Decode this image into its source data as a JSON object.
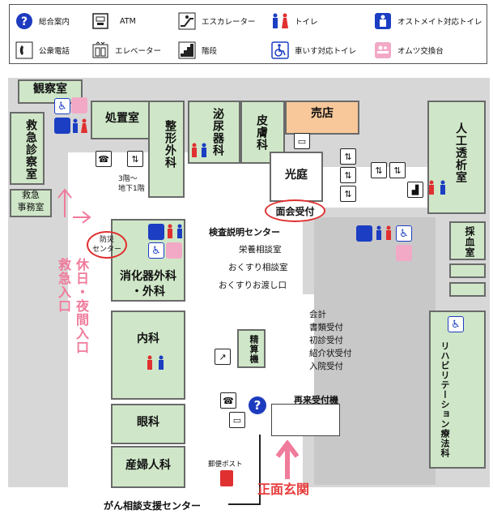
{
  "legend": {
    "info": "総合案内",
    "atm": "ATM",
    "escalator": "エスカレーター",
    "toilet": "トイレ",
    "ostomy": "オストメイト対応トイレ",
    "phone": "公衆電話",
    "elevator": "エレベーター",
    "stairs": "階段",
    "wheelchair_toilet": "車いす対応トイレ",
    "diaper": "オムツ交換台"
  },
  "rooms": {
    "observation": "観察室",
    "emergency_exam": "救急診察室",
    "emergency_office_1": "救急",
    "emergency_office_2": "事務室",
    "treatment": "処置室",
    "orthopedics": "整形外科",
    "urology": "泌尿器科",
    "dermatology": "皮膚科",
    "shop": "売店",
    "courtyard": "光庭",
    "dialysis": "人工透析室",
    "visitor_reception": "面会受付",
    "blood_draw": "採血室",
    "disaster_center_1": "防災",
    "disaster_center_2": "センター",
    "gi_surgery_1": "消化器外科",
    "gi_surgery_2": "・外科",
    "internal_medicine": "内科",
    "ophthalmology": "眼科",
    "obgyn": "産婦人科",
    "rehab": "リハビリテーション療法科",
    "billing": "精算機"
  },
  "labels": {
    "elevator_floors_1": "3階～",
    "elevator_floors_2": "地下1階",
    "exam_explanation": "検査説明センター",
    "nutrition": "栄養相談室",
    "medicine_consult": "おくすり相談室",
    "medicine_pickup": "おくすりお渡し口",
    "accounting": "会計",
    "documents": "書類受付",
    "first_visit": "初診受付",
    "referral": "紹介状受付",
    "admission": "入院受付",
    "revisit_machine": "再来受付機",
    "post": "郵便ポスト",
    "cancer_center": "がん相談支援センター"
  },
  "entrances": {
    "emergency": "救急入口",
    "holiday_night": "休日・夜間入口",
    "main": "正面玄関"
  },
  "colors": {
    "room_green": "#cfe7c8",
    "shop_orange": "#f8c89a",
    "corridor_grey": "#c8c8c8",
    "pink": "#f07b9b",
    "red": "#e83c3c",
    "blue": "#1b3ec2"
  }
}
